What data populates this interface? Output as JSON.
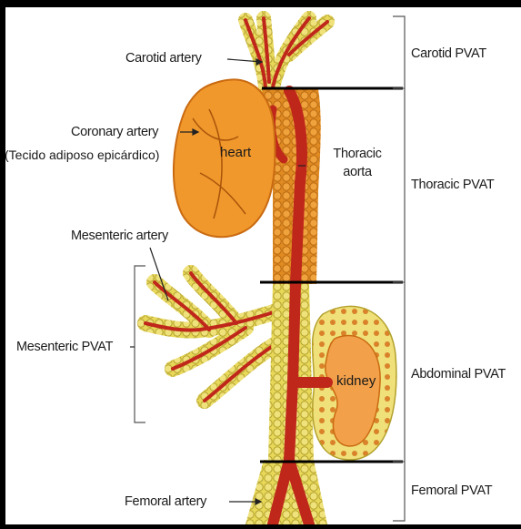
{
  "labels": {
    "carotid_artery": "Carotid artery",
    "coronary_artery": "Coronary artery",
    "epicardial_note": "(Tecido adiposo epicárdico)",
    "heart": "heart",
    "thoracic_aorta_line1": "Thoracic",
    "thoracic_aorta_line2": "aorta",
    "mesenteric_artery": "Mesenteric artery",
    "mesenteric_pvat": "Mesenteric PVAT",
    "kidney": "kidney",
    "femoral_artery": "Femoral artery"
  },
  "regions": [
    {
      "key": "carotid",
      "label": "Carotid PVAT"
    },
    {
      "key": "thoracic",
      "label": "Thoracic PVAT"
    },
    {
      "key": "abdominal",
      "label": "Abdominal PVAT"
    },
    {
      "key": "femoral",
      "label": "Femoral PVAT"
    }
  ],
  "colors": {
    "background": "#000000",
    "panel": "#ffffff",
    "fat": "#e8d85a",
    "fat_edge": "#a89520",
    "artery": "#c0271b",
    "heart": "#f0982c",
    "heart_dark": "#c96a10",
    "kidney": "#f2a04a",
    "thoracic_fat": "#e8932a",
    "bracket": "#555555",
    "divider": "#000000"
  }
}
